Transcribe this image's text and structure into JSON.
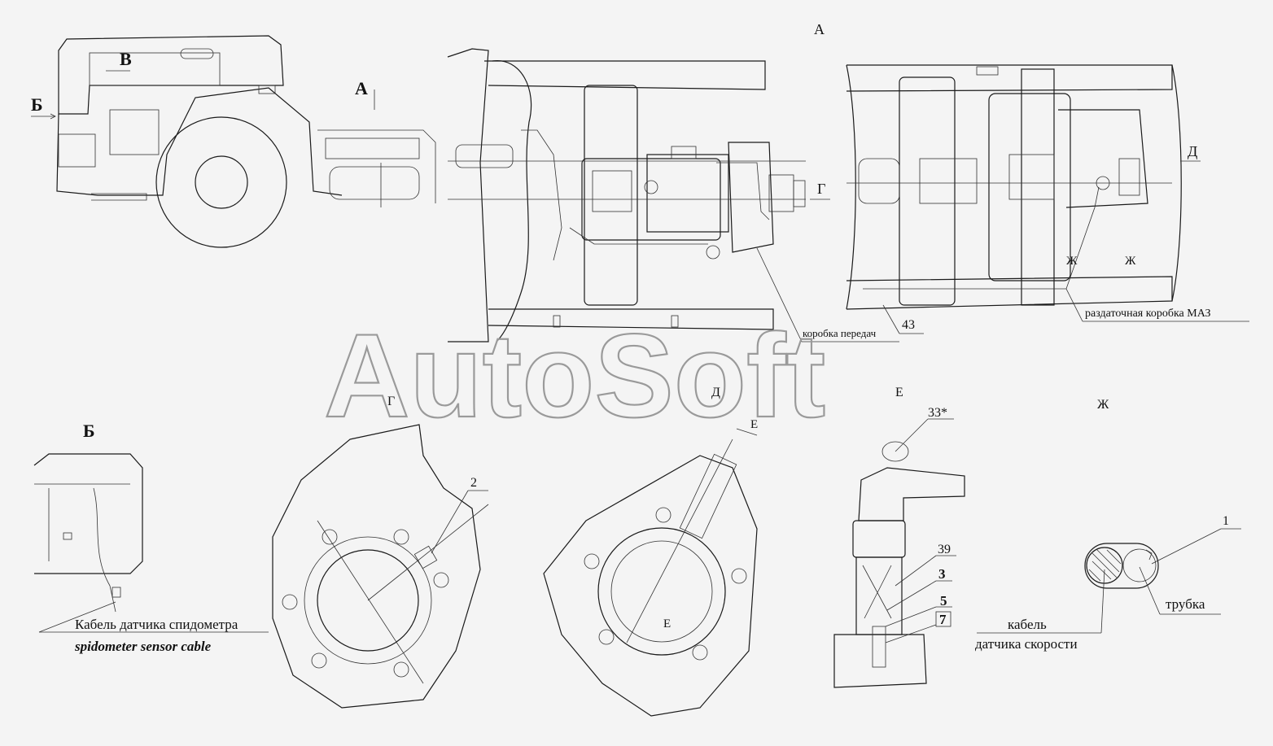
{
  "watermark": "AutoSoft",
  "view_labels": {
    "A_top": "А",
    "A_arrow": "А",
    "B_arrow": "Б",
    "V_arrow": "В",
    "B_view": "Б",
    "G_arrow": "Г",
    "G_view": "Г",
    "D_arrow": "Д",
    "D_view": "Д",
    "E_view": "Е",
    "E_arrow1": "Е",
    "E_arrow2": "Е",
    "ZH_view": "Ж",
    "ZH_mark1": "Ж",
    "ZH_mark2": "Ж"
  },
  "callouts": {
    "gearbox": "коробка передач",
    "transfer_box": "раздаточная коробка МАЗ",
    "n43": "43",
    "n2": "2",
    "n33": "33*",
    "n39": "39",
    "n3": "3",
    "n5": "5",
    "n7": "7",
    "n1": "1",
    "tube": "трубка",
    "speed_cable_1": "кабель",
    "speed_cable_2": "датчика скорости"
  },
  "caption": {
    "ru": "Кабель датчика спидометра",
    "en": "spidometer sensor cable"
  }
}
